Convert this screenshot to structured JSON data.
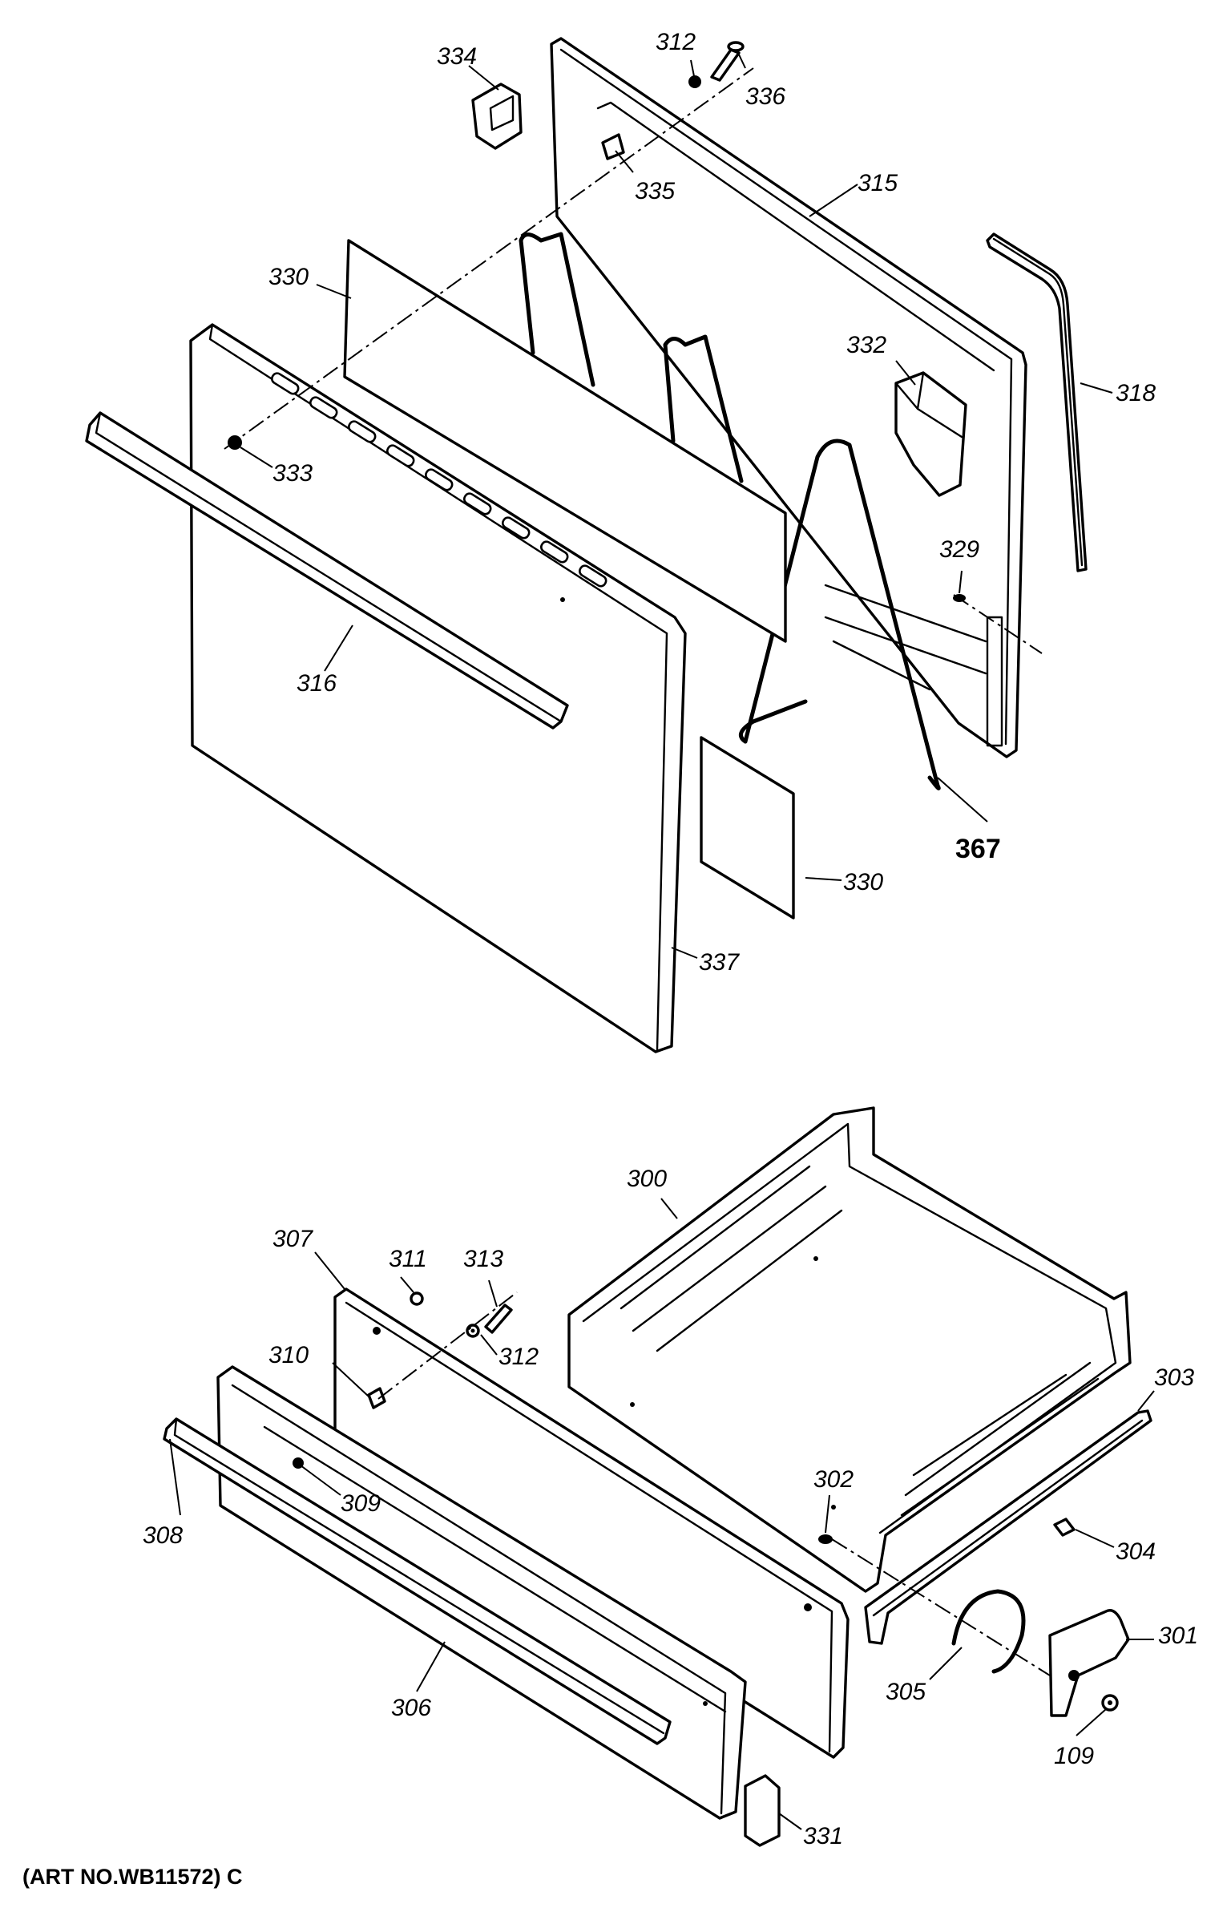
{
  "art_number": "(ART NO.WB11572) C",
  "callouts": {
    "p334": "334",
    "p312a": "312",
    "p336": "336",
    "p335": "335",
    "p315": "315",
    "p330a": "330",
    "p318": "318",
    "p332": "332",
    "p333": "333",
    "p329": "329",
    "p316": "316",
    "p367": "367",
    "p330b": "330",
    "p337": "337",
    "p300": "300",
    "p307": "307",
    "p311": "311",
    "p313": "313",
    "p312b": "312",
    "p310": "310",
    "p303": "303",
    "p309": "309",
    "p302": "302",
    "p308": "308",
    "p304": "304",
    "p301": "301",
    "p305": "305",
    "p306": "306",
    "p109": "109",
    "p331": "331"
  }
}
